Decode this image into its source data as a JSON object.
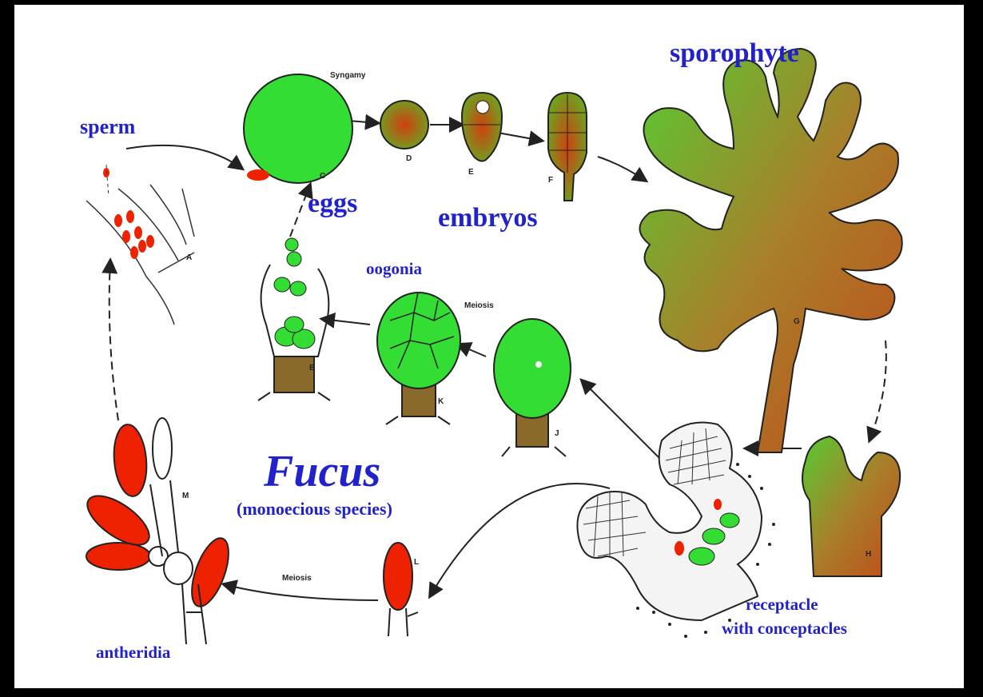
{
  "title": "Fucus",
  "subtitle": "(monoecious species)",
  "labels": {
    "sperm": "sperm",
    "eggs": "eggs",
    "embryos": "embryos",
    "sporophyte": "sporophyte",
    "oogonia": "oogonia",
    "antheridia": "antheridia",
    "receptacle_line1": "receptacle",
    "receptacle_line2": "with conceptacles",
    "syngamy": "Syngamy",
    "meiosis_oogonia": "Meiosis",
    "meiosis_antheridia": "Meiosis"
  },
  "stage_letters": [
    "A",
    "B",
    "C",
    "D",
    "E",
    "F",
    "G",
    "H",
    "J",
    "K",
    "L",
    "M"
  ],
  "colors": {
    "background": "#000000",
    "panel": "#ffffff",
    "label_blue": "#2222cc",
    "female_green": "#33dd33",
    "male_red": "#ee2200",
    "thallus_brown": "#8a6a2a"
  }
}
